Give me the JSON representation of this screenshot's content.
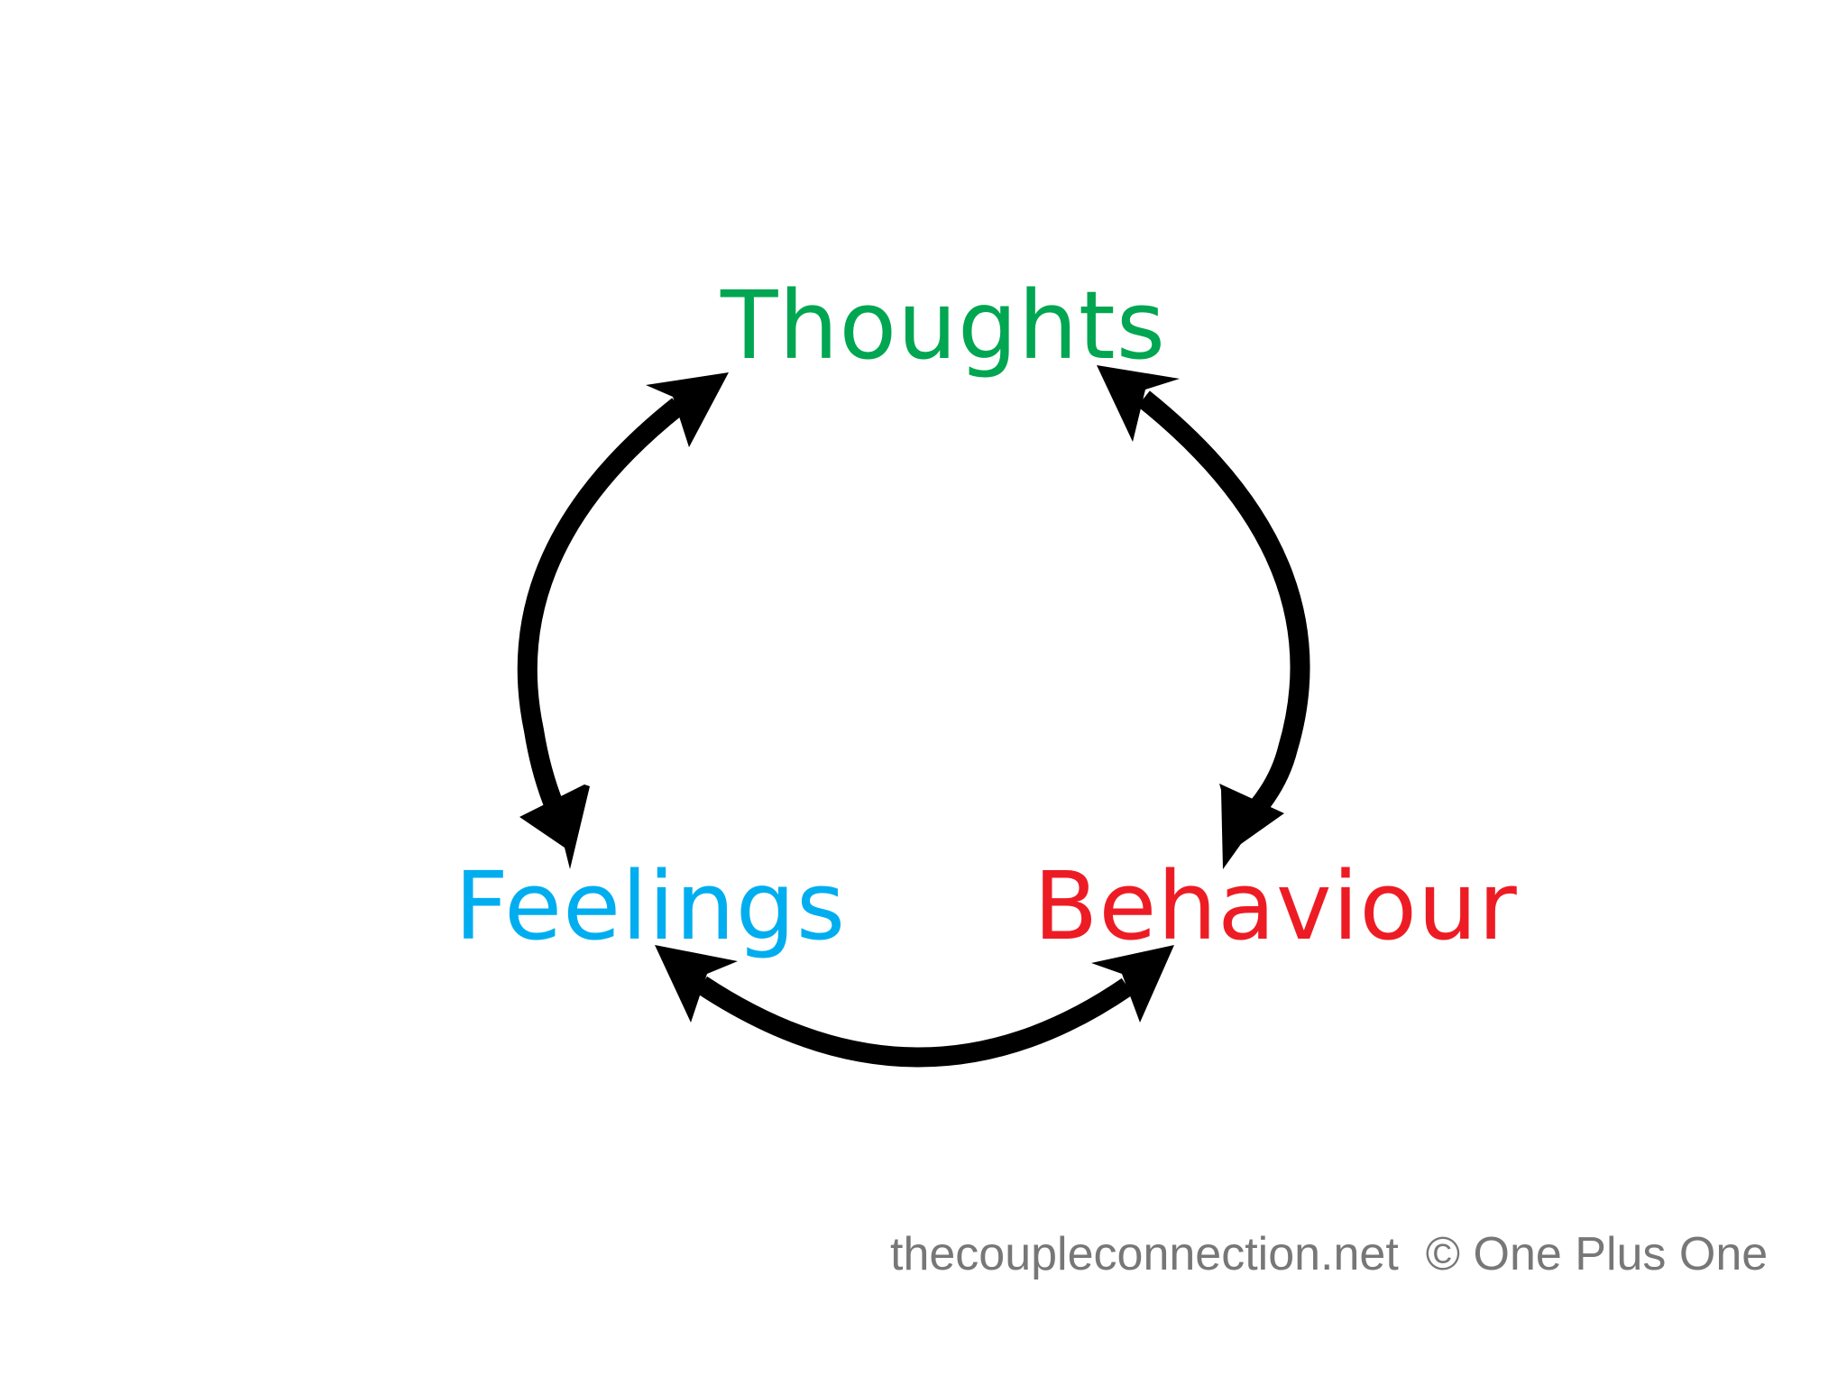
{
  "diagram": {
    "nodes": [
      {
        "id": "thoughts",
        "label": "Thoughts",
        "color": "#00A651"
      },
      {
        "id": "feelings",
        "label": "Feelings",
        "color": "#00AEEF"
      },
      {
        "id": "behaviour",
        "label": "Behaviour",
        "color": "#ED1C24"
      }
    ],
    "edges": [
      {
        "from": "thoughts",
        "to": "feelings",
        "direction": "both"
      },
      {
        "from": "thoughts",
        "to": "behaviour",
        "direction": "both"
      },
      {
        "from": "feelings",
        "to": "behaviour",
        "direction": "both"
      }
    ],
    "arrow_color": "#000000"
  },
  "footer": {
    "site": "thecoupleconnection.net",
    "copyright": "© One Plus One"
  }
}
